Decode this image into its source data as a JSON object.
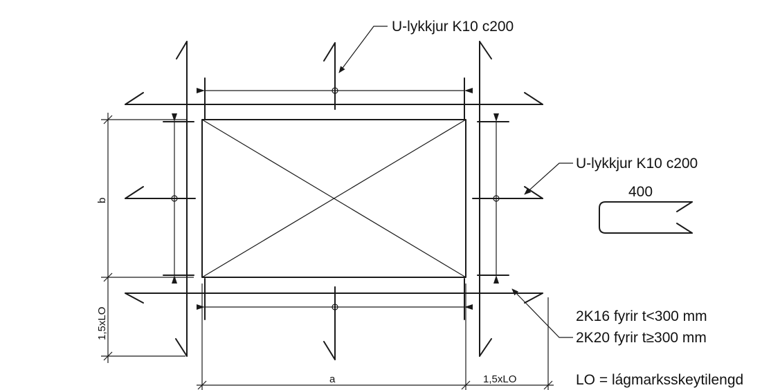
{
  "labels": {
    "top_rebar": "U-lykkjur K10 c200",
    "side_rebar": "U-lykkjur K10 c200",
    "hook_length": "400",
    "corner_bar_thin": "2K16 fyrir t<300 mm",
    "corner_bar_thick": "2K20 fyrir t≥300 mm",
    "lo_definition": "LO = lágmarksskeytilengd"
  },
  "dimensions": {
    "width": "a",
    "height": "b",
    "ext_vertical": "1,5xLO",
    "ext_horizontal": "1,5xLO"
  }
}
